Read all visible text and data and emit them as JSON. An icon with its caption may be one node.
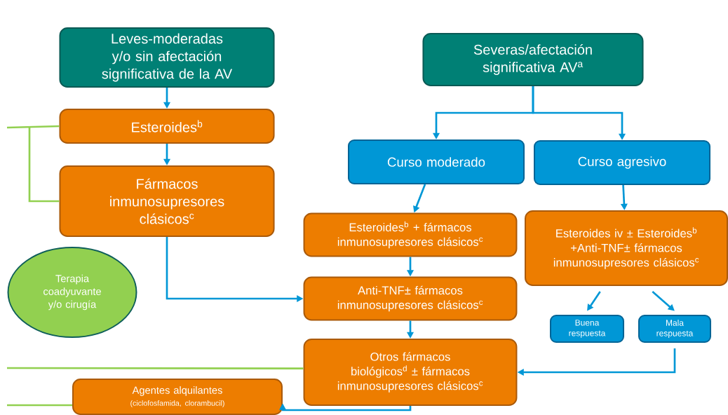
{
  "diagram": {
    "nodes": [
      {
        "text": [
          "Leves-moderadas y/o sin afectación significativa de la AV"
        ]
      },
      {
        "text": [
          "Esteroides$^{b}$"
        ]
      },
      {
        "text": [
          "Fármacos inmunosupresores clásicos$^{c}$"
        ]
      },
      {
        "text": [
          "Terapia coadyuvante y/o cirugía"
        ]
      },
      {
        "text": [
          "Severas/afectación significativa AV$^{a}$"
        ]
      },
      {
        "text": [
          "Curso moderado"
        ]
      },
      {
        "text": [
          "Curso agresivo"
        ]
      },
      {
        "text": [
          "Esteroides$^{b}$ + fármacos inmunosupresores clásicos$^{c}$"
        ]
      },
      {
        "text": [
          "Esteroides iv ± Esteroides$^{b}$ +Anti-TNF± fármacos inmunosupresores clásicos$^{c}$"
        ]
      },
      {
        "text": [
          "Anti-TNF± fármacos inmunosupresores clásicos$^{c}$"
        ]
      },
      {
        "text": [
          "Buena respuesta"
        ]
      },
      {
        "text": [
          "Mala respuesta"
        ]
      },
      {
        "text": [
          "Otros fármacos biológicos$^{d}$ ± fármacos inmunosupresores clásicos$^{c}$"
        ]
      },
      {
        "text": [
          "Agentes alquilantes",
          "(ciclofosfamida, clorambucil)"
        ]
      }
    ],
    "edges": [
      {
        "from": 0,
        "to": 1,
        "arrow": "to"
      },
      {
        "from": 1,
        "to": 2,
        "arrow": "to"
      },
      {
        "from": 4,
        "to": 5,
        "arrow": "to"
      },
      {
        "from": 4,
        "to": 6,
        "arrow": "to"
      },
      {
        "from": 5,
        "to": 7,
        "arrow": "to"
      },
      {
        "from": 6,
        "to": 8,
        "arrow": "to"
      },
      {
        "from": 7,
        "to": 9,
        "arrow": "to"
      },
      {
        "from": 2,
        "to": 9,
        "arrow": "to"
      },
      {
        "from": 9,
        "to": 12,
        "arrow": "to"
      },
      {
        "from": 8,
        "to": 10,
        "arrow": "to"
      },
      {
        "from": 8,
        "to": 11,
        "arrow": "to"
      },
      {
        "from": 11,
        "to": 12,
        "arrow": "to"
      },
      {
        "from": 12,
        "to": 13,
        "arrow": "to"
      },
      {
        "from": null,
        "to": 1,
        "arrow": "none",
        "color": "#92d050"
      },
      {
        "from": null,
        "to": 2,
        "arrow": "none",
        "color": "#92d050"
      },
      {
        "from": null,
        "to": 12,
        "arrow": "none",
        "color": "#92d050"
      },
      {
        "from": null,
        "to": 13,
        "arrow": "none",
        "color": "#92d050"
      }
    ]
  }
}
